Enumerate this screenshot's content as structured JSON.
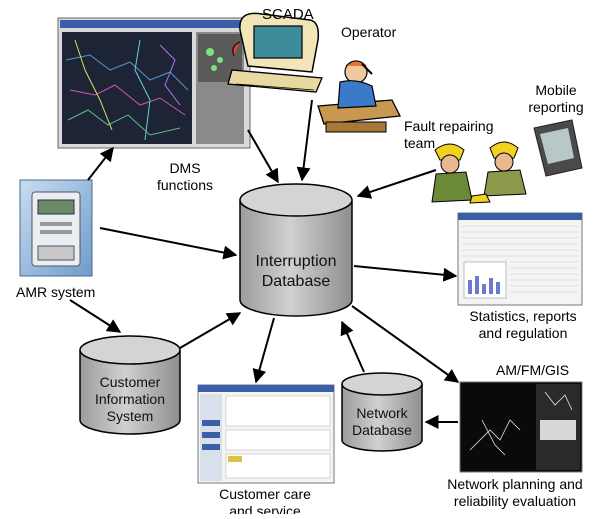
{
  "labels": {
    "scada": "SCADA",
    "operator": "Operator",
    "mobile_line1": "Mobile",
    "mobile_line2": "reporting",
    "fault_line1": "Fault repairing",
    "fault_line2": "team",
    "dms_line1": "DMS",
    "dms_line2": "functions",
    "amr": "AMR system",
    "stats_line1": "Statistics, reports",
    "stats_line2": "and regulation",
    "amfmgis": "AM/FM/GIS",
    "netplan_line1": "Network planning and",
    "netplan_line2": "reliability evaluation",
    "care_line1": "Customer care",
    "care_line2": "and service"
  },
  "databases": {
    "interruption": {
      "line1": "Interruption",
      "line2": "Database"
    },
    "customer": {
      "line1": "Customer",
      "line2": "Information",
      "line3": "System"
    },
    "network": {
      "line1": "Network",
      "line2": "Database"
    }
  },
  "colors": {
    "cylinder_fill": "#c0c0c0",
    "cylinder_top": "#d4d4d4",
    "stroke": "#000000",
    "gis_bg": "#0a0a0a",
    "dms_map_bg": "#1c2436"
  }
}
